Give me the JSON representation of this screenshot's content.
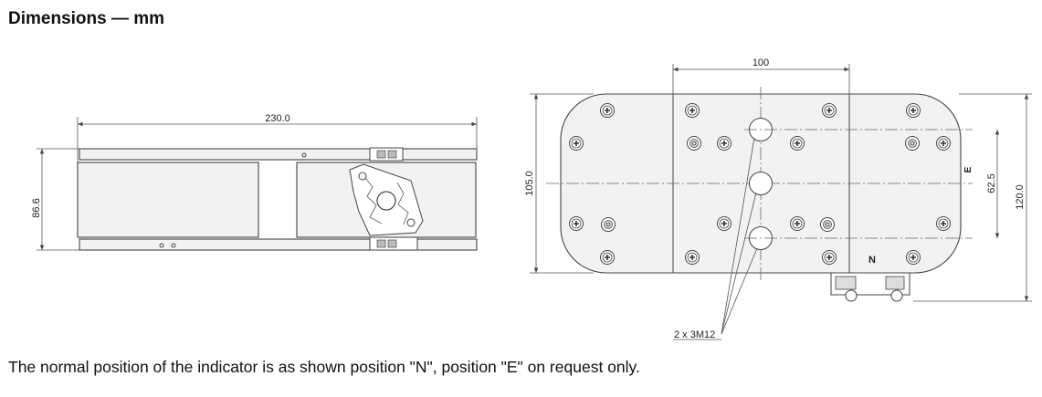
{
  "title": "Dimensions — mm",
  "caption": "The normal position of the indicator is as shown position \"N\", position \"E\" on request only.",
  "side_view": {
    "width_label": "230.0",
    "height_label": "86.6"
  },
  "top_view": {
    "width_label": "100",
    "height_label": "105.0",
    "hole_spacing_label": "62.5",
    "overall_height_label": "120.0",
    "hole_note": "2 x 3M12",
    "position_n": "N",
    "position_e": "E"
  }
}
